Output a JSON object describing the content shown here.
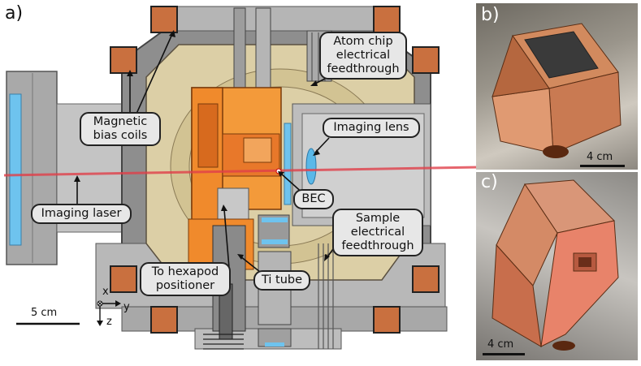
{
  "panels": {
    "a": "a)",
    "b": "b)",
    "c": "c)"
  },
  "labels": {
    "atom_chip_l1": "Atom chip",
    "atom_chip_l2": "electrical",
    "atom_chip_l3": "feedthrough",
    "magnetic_l1": "Magnetic",
    "magnetic_l2": "bias coils",
    "imaging_lens": "Imaging lens",
    "bec": "BEC",
    "imaging_laser": "Imaging laser",
    "sample_l1": "Sample",
    "sample_l2": "electrical",
    "sample_l3": "feedthrough",
    "hexapod_l1": "To hexapod",
    "hexapod_l2": "positioner",
    "ti_tube": "Ti tube"
  },
  "axes": {
    "x": "x",
    "y": "y",
    "z": "z"
  },
  "scale_bars": {
    "main": "5 cm",
    "b": "4 cm",
    "c": "4 cm"
  },
  "colors": {
    "copper": "#c9703f",
    "orange": "#f08a2c",
    "beige": "#d8c9a0",
    "steel": "#9a9a9a",
    "laser": "#e0404a",
    "lens": "#5ab8e8"
  }
}
